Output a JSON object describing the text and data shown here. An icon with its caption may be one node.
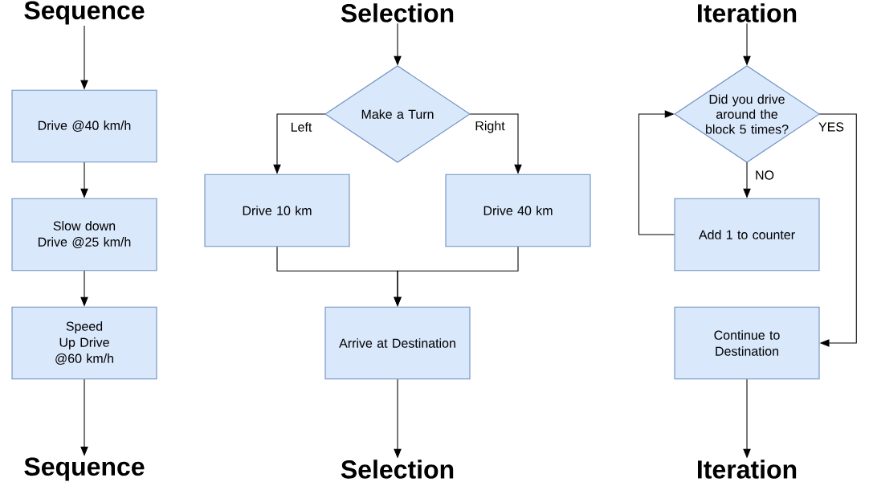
{
  "diagram": {
    "nodes": [
      {
        "text": [
          "Sequence"
        ]
      },
      {
        "text": [
          "Selection"
        ]
      },
      {
        "text": [
          "Iteration"
        ]
      },
      {
        "text": [
          "Drive @40 km/h"
        ]
      },
      {
        "text": [
          "Slow down Drive @25 km/h"
        ]
      },
      {
        "text": [
          "Speed Up Drive @60 km/h"
        ]
      },
      {
        "text": [
          "Make a Turn"
        ]
      },
      {
        "text": [
          "Drive 10 km"
        ]
      },
      {
        "text": [
          "Drive 40 km"
        ]
      },
      {
        "text": [
          "Arrive at Destination"
        ]
      },
      {
        "text": [
          "Did you drive around the block 5 times?"
        ]
      },
      {
        "text": [
          "Add 1 to counter"
        ]
      },
      {
        "text": [
          "Continue to Destination"
        ]
      },
      {
        "text": [
          "Sequence"
        ]
      },
      {
        "text": [
          "Selection"
        ]
      },
      {
        "text": [
          "Iteration"
        ]
      }
    ],
    "edges": [
      {
        "from": 0,
        "to": 3,
        "arrow": "to"
      },
      {
        "from": 3,
        "to": 4,
        "arrow": "to"
      },
      {
        "from": 4,
        "to": 5,
        "arrow": "to"
      },
      {
        "from": 5,
        "to": 13,
        "arrow": "to"
      },
      {
        "from": 1,
        "to": 6,
        "arrow": "to"
      },
      {
        "from": 6,
        "to": 7,
        "arrow": "to",
        "label": "Left"
      },
      {
        "from": 6,
        "to": 8,
        "arrow": "to",
        "label": "Right"
      },
      {
        "from": 7,
        "to": 9,
        "arrow": "to"
      },
      {
        "from": 8,
        "to": 9,
        "arrow": "to"
      },
      {
        "from": 9,
        "to": 14,
        "arrow": "to"
      },
      {
        "from": 2,
        "to": 10,
        "arrow": "to"
      },
      {
        "from": 10,
        "to": 11,
        "arrow": "to",
        "label": "NO"
      },
      {
        "from": 11,
        "to": 10,
        "arrow": "to"
      },
      {
        "from": 10,
        "to": 12,
        "arrow": "to",
        "label": "YES"
      },
      {
        "from": 12,
        "to": 15,
        "arrow": "to"
      }
    ]
  }
}
